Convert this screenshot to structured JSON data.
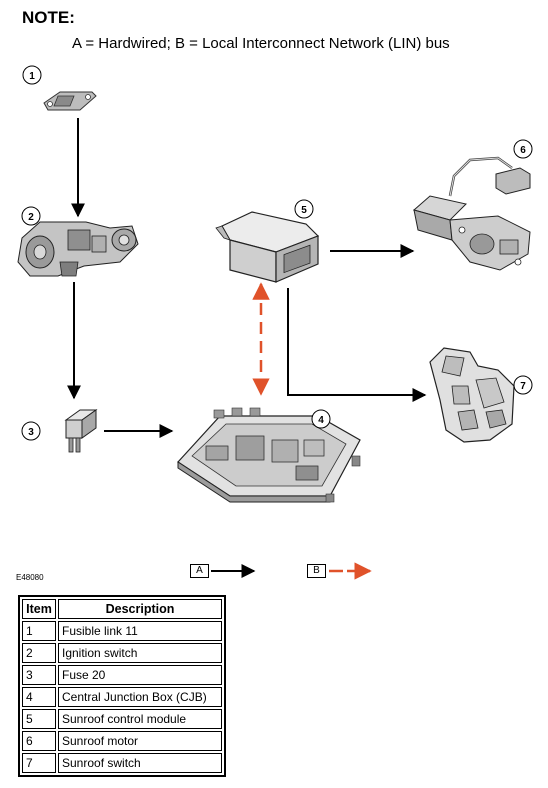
{
  "note": {
    "title": "NOTE:",
    "text": "A = Hardwired; B = Local Interconnect Network (LIN) bus"
  },
  "colors": {
    "hardwired": "#000000",
    "lin_bus": "#e0522a"
  },
  "callouts": [
    "1",
    "2",
    "3",
    "4",
    "5",
    "6",
    "7"
  ],
  "reference": "E48080",
  "legend": {
    "a": "A",
    "b": "B"
  },
  "table": {
    "headers": {
      "item": "Item",
      "description": "Description"
    },
    "rows": [
      {
        "item": "1",
        "description": "Fusible link 11"
      },
      {
        "item": "2",
        "description": "Ignition switch"
      },
      {
        "item": "3",
        "description": "Fuse 20"
      },
      {
        "item": "4",
        "description": "Central Junction Box (CJB)"
      },
      {
        "item": "5",
        "description": "Sunroof control module"
      },
      {
        "item": "6",
        "description": "Sunroof motor"
      },
      {
        "item": "7",
        "description": "Sunroof switch"
      }
    ]
  }
}
